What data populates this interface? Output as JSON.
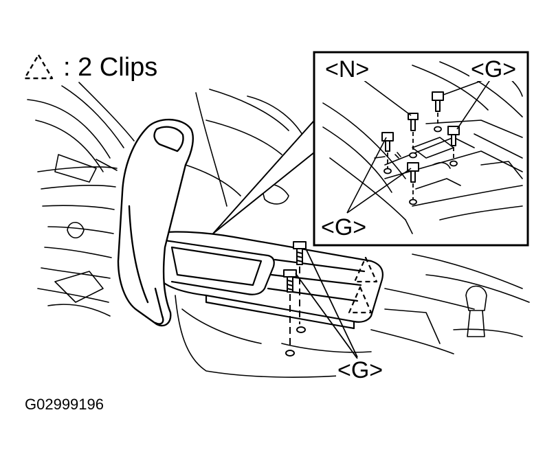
{
  "legend": {
    "icon": "dashed-triangle-icon",
    "text": ": 2 Clips"
  },
  "callouts": {
    "inset_nut": "<N>",
    "inset_bolts_top": "<G>",
    "inset_bolts_bottom": "<G>",
    "main_bolts": "<G>"
  },
  "figure_id": "G02999196",
  "colors": {
    "line": "#000000",
    "background": "#ffffff"
  }
}
